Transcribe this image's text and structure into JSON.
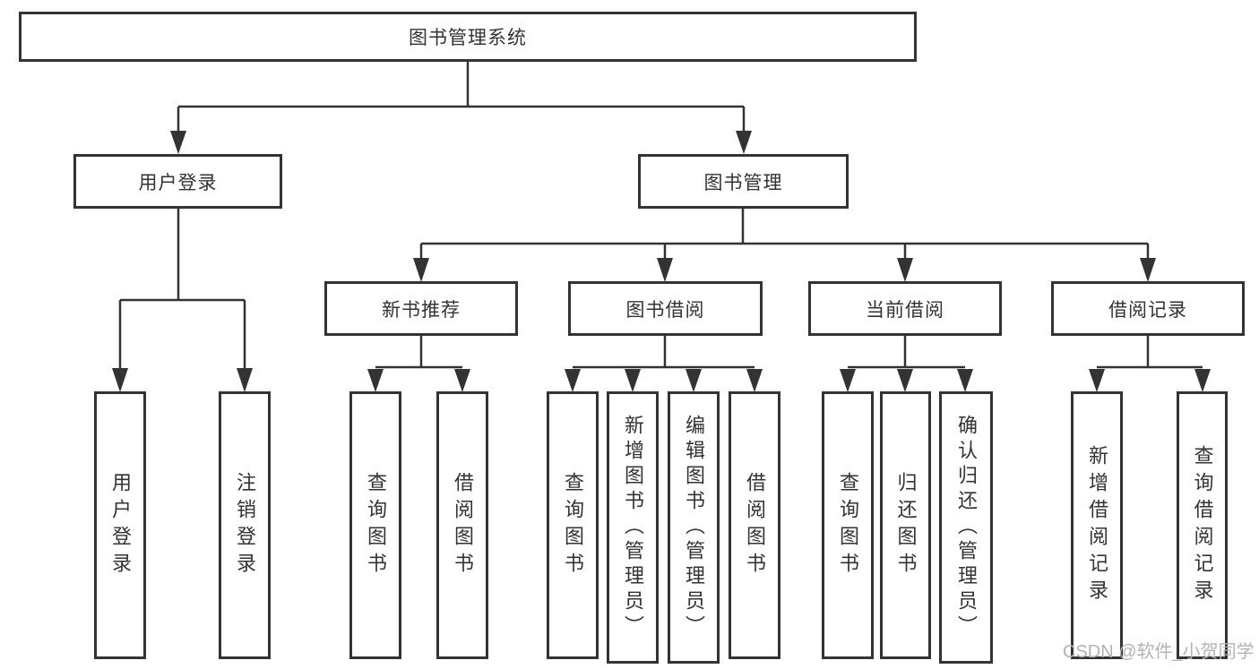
{
  "diagram": {
    "title": "图书管理系统",
    "level2": [
      {
        "label": "用户登录",
        "children": [
          "用户登录",
          "注销登录"
        ]
      },
      {
        "label": "图书管理"
      }
    ],
    "level3": [
      {
        "label": "新书推荐",
        "children": [
          "查询图书",
          "借阅图书"
        ]
      },
      {
        "label": "图书借阅",
        "children": [
          "查询图书",
          "新增图书（管理员）",
          "编辑图书（管理员）",
          "借阅图书"
        ]
      },
      {
        "label": "当前借阅",
        "children": [
          "查询图书",
          "归还图书",
          "确认归还（管理员）"
        ]
      },
      {
        "label": "借阅记录",
        "children": [
          "新增借阅记录",
          "查询借阅记录"
        ]
      }
    ]
  },
  "watermark": {
    "text": "CSDN @软件_小贺同学"
  },
  "colors": {
    "line": "#333333",
    "box_border": "#333333",
    "text": "#333333",
    "watermark": "#b3b3b3",
    "background": "#ffffff"
  }
}
